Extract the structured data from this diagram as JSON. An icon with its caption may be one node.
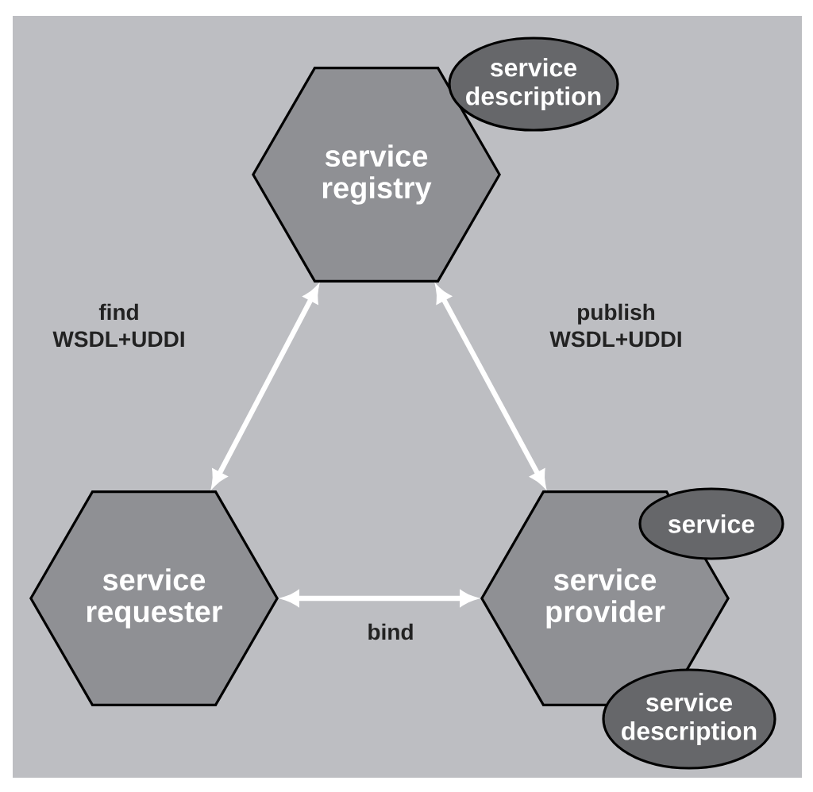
{
  "diagram": {
    "nodes": [
      {
        "text": [
          "service registry"
        ]
      },
      {
        "text": [
          "service description"
        ]
      },
      {
        "text": [
          "service requester"
        ]
      },
      {
        "text": [
          "service provider"
        ]
      },
      {
        "text": [
          "service"
        ]
      },
      {
        "text": [
          "service description"
        ]
      }
    ],
    "edges": [
      {
        "from": 0,
        "to": 2,
        "arrow": "both",
        "label": "find WSDL+UDDI"
      },
      {
        "from": 0,
        "to": 3,
        "arrow": "both",
        "label": "publish WSDL+UDDI"
      },
      {
        "from": 2,
        "to": 3,
        "arrow": "both",
        "label": "bind"
      }
    ]
  }
}
